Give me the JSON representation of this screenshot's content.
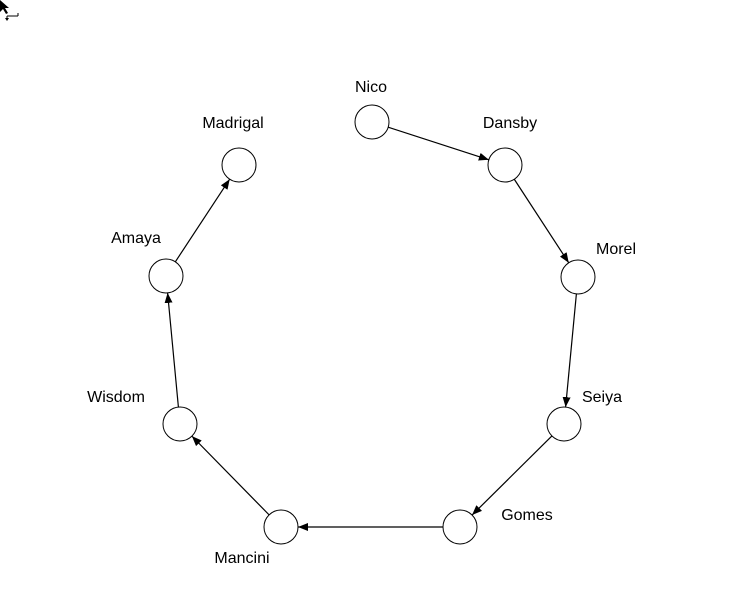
{
  "nodes": [
    {
      "id": "nico",
      "label": "Nico"
    },
    {
      "id": "dansby",
      "label": "Dansby"
    },
    {
      "id": "morel",
      "label": "Morel"
    },
    {
      "id": "seiya",
      "label": "Seiya"
    },
    {
      "id": "gomes",
      "label": "Gomes"
    },
    {
      "id": "mancini",
      "label": "Mancini"
    },
    {
      "id": "wisdom",
      "label": "Wisdom"
    },
    {
      "id": "amaya",
      "label": "Amaya"
    },
    {
      "id": "madrigal",
      "label": "Madrigal"
    }
  ],
  "edges": [
    {
      "from": "nico",
      "to": "dansby"
    },
    {
      "from": "dansby",
      "to": "morel"
    },
    {
      "from": "morel",
      "to": "seiya"
    },
    {
      "from": "seiya",
      "to": "gomes"
    },
    {
      "from": "gomes",
      "to": "mancini"
    },
    {
      "from": "mancini",
      "to": "wisdom"
    },
    {
      "from": "wisdom",
      "to": "amaya"
    },
    {
      "from": "amaya",
      "to": "madrigal"
    }
  ]
}
